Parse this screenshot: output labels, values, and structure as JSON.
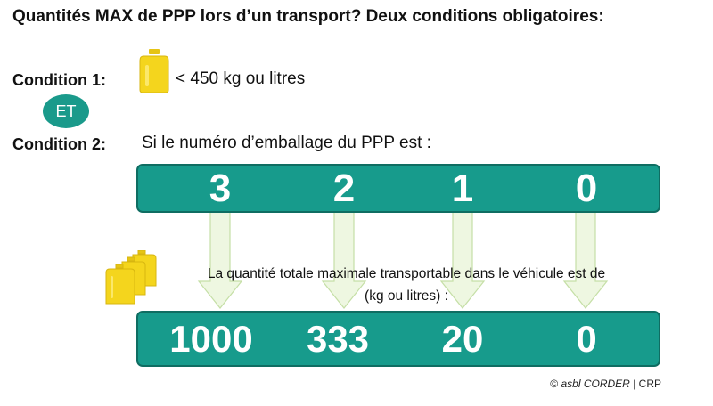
{
  "title": "Quantités MAX de PPP lors d’un transport? Deux conditions obligatoires:",
  "condition1": {
    "label": "Condition 1:",
    "text": "< 450 kg ou litres",
    "icon": "jerrycan-icon"
  },
  "connector": "ET",
  "condition2": {
    "label": "Condition 2:",
    "text": "Si le numéro d’emballage du PPP est :"
  },
  "packaging_numbers": [
    "3",
    "2",
    "1",
    "0"
  ],
  "description": {
    "line1": "La quantité totale maximale transportable dans le véhicule est de",
    "line2": "(kg ou litres) :"
  },
  "max_quantities": [
    "1000",
    "333",
    "20",
    "0"
  ],
  "copyright": {
    "symbol": "©",
    "org": "asbl CORDER",
    "suffix": "CRP"
  },
  "colors": {
    "teal": "#179b8c",
    "teal_border": "#0f6d62",
    "arrow_fill": "#eef7e1",
    "arrow_stroke": "#c5dfa6",
    "jerrycan": "#f4d51d"
  }
}
